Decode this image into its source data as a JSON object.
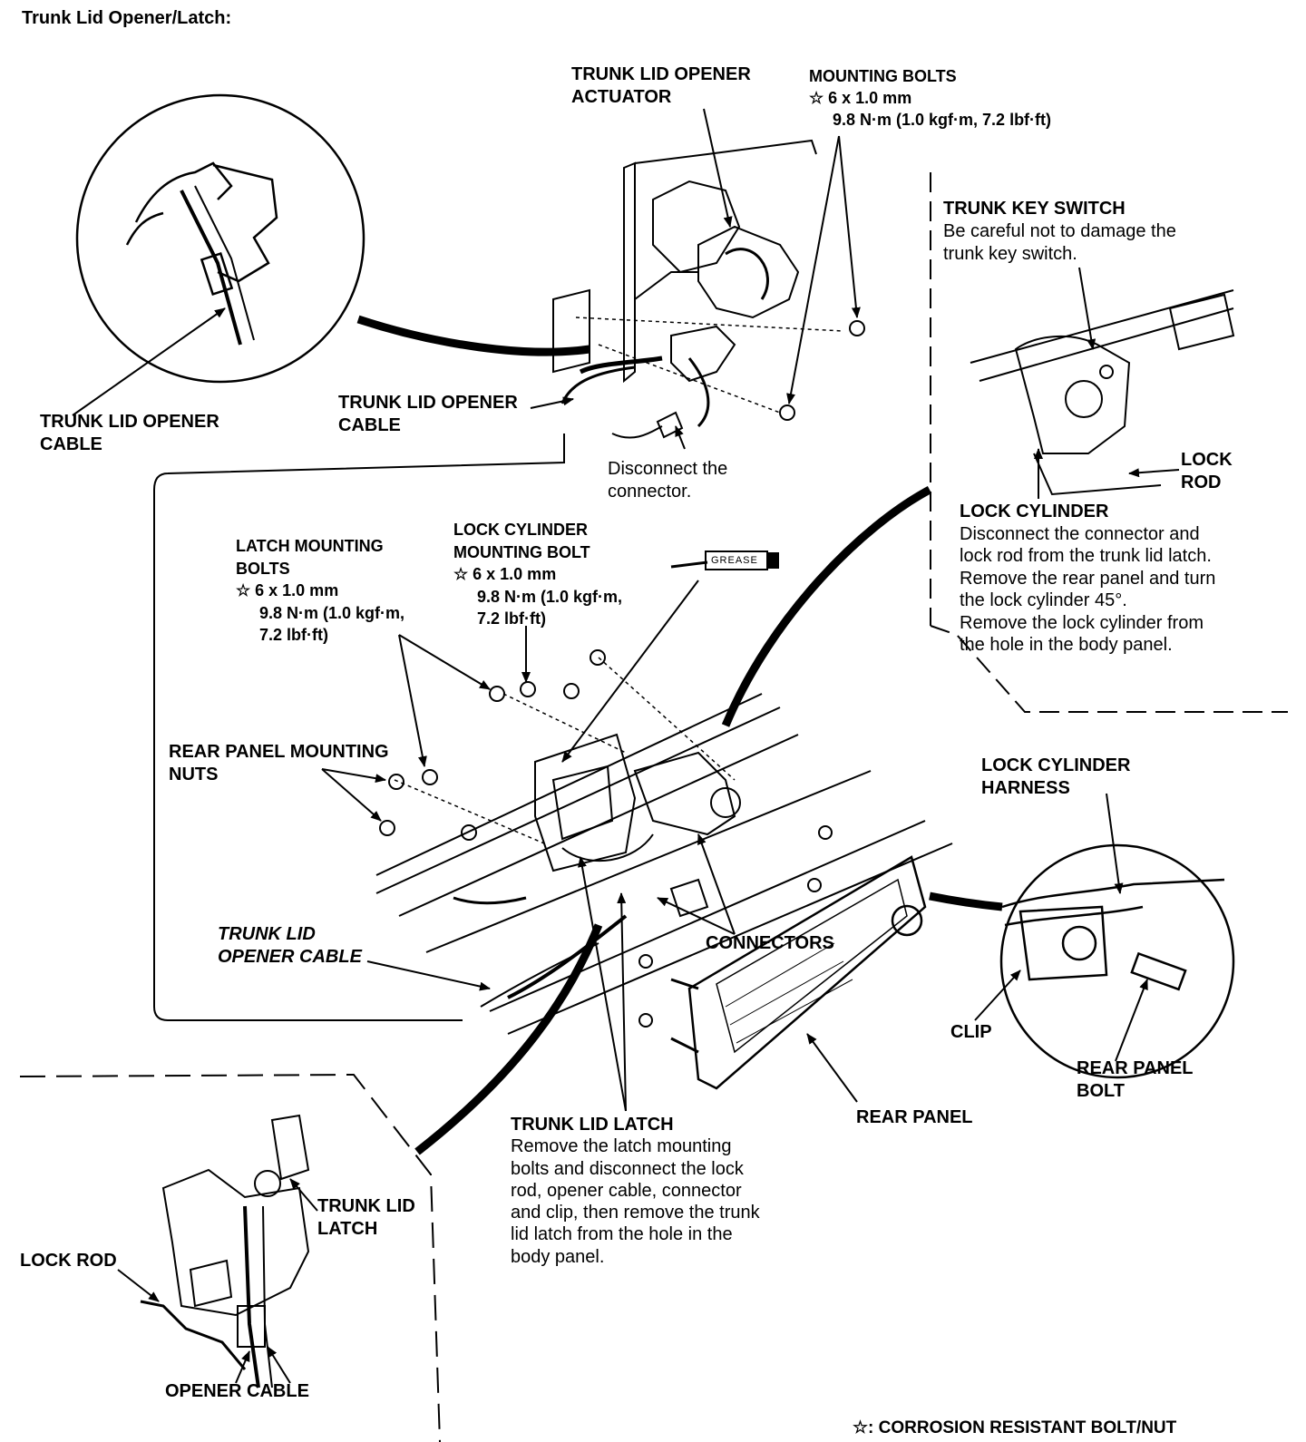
{
  "title": "Trunk Lid Opener/Latch:",
  "labels": {
    "actuator": [
      "TRUNK LID OPENER",
      "ACTUATOR"
    ],
    "mounting_bolts": [
      "MOUNTING BOLTS",
      "☆ 6 x 1.0 mm",
      "9.8 N·m (1.0 kgf·m, 7.2 lbf·ft)"
    ],
    "key_switch": [
      "TRUNK KEY SWITCH"
    ],
    "key_switch_note": [
      "Be careful not to damage the",
      "trunk key switch."
    ],
    "cable_left": [
      "TRUNK LID OPENER",
      "CABLE"
    ],
    "cable_mid": [
      "TRUNK LID OPENER",
      "CABLE"
    ],
    "disconnect": [
      "Disconnect the",
      "connector."
    ],
    "lock_rod_top": [
      "LOCK",
      "ROD"
    ],
    "lock_cylinder": [
      "LOCK CYLINDER"
    ],
    "lock_cylinder_note": [
      "Disconnect the connector and",
      "lock rod from the trunk lid latch.",
      "Remove the rear panel and turn",
      "the lock cylinder 45°.",
      "Remove the lock cylinder from",
      "the hole in the body panel."
    ],
    "lock_cyl_bolt": [
      "LOCK CYLINDER",
      "MOUNTING BOLT",
      "☆ 6 x 1.0 mm",
      "9.8 N·m (1.0 kgf·m,",
      "7.2 lbf·ft)"
    ],
    "latch_bolts": [
      "LATCH MOUNTING",
      "BOLTS",
      "☆ 6 x 1.0 mm",
      "9.8 N·m (1.0 kgf·m,",
      "7.2 lbf·ft)"
    ],
    "grease": "GREASE",
    "rear_nuts": [
      "REAR PANEL MOUNTING",
      "NUTS"
    ],
    "cyl_harness": [
      "LOCK CYLINDER",
      "HARNESS"
    ],
    "cable_lower": [
      "TRUNK LID",
      "OPENER CABLE"
    ],
    "connectors": [
      "CONNECTORS"
    ],
    "clip": [
      "CLIP"
    ],
    "rear_panel_bolt": [
      "REAR PANEL",
      "BOLT"
    ],
    "latch": [
      "TRUNK LID LATCH"
    ],
    "latch_note": [
      "Remove the latch mounting",
      "bolts and disconnect the lock",
      "rod, opener cable, connector",
      "and clip, then remove the trunk",
      "lid latch from the hole in the",
      "body panel."
    ],
    "rear_panel": [
      "REAR PANEL"
    ],
    "latch_inset": [
      "TRUNK LID",
      "LATCH"
    ],
    "lock_rod_inset": [
      "LOCK ROD"
    ],
    "opener_cable_inset": [
      "OPENER CABLE"
    ],
    "legend": [
      "☆: CORROSION RESISTANT BOLT/NUT"
    ]
  }
}
